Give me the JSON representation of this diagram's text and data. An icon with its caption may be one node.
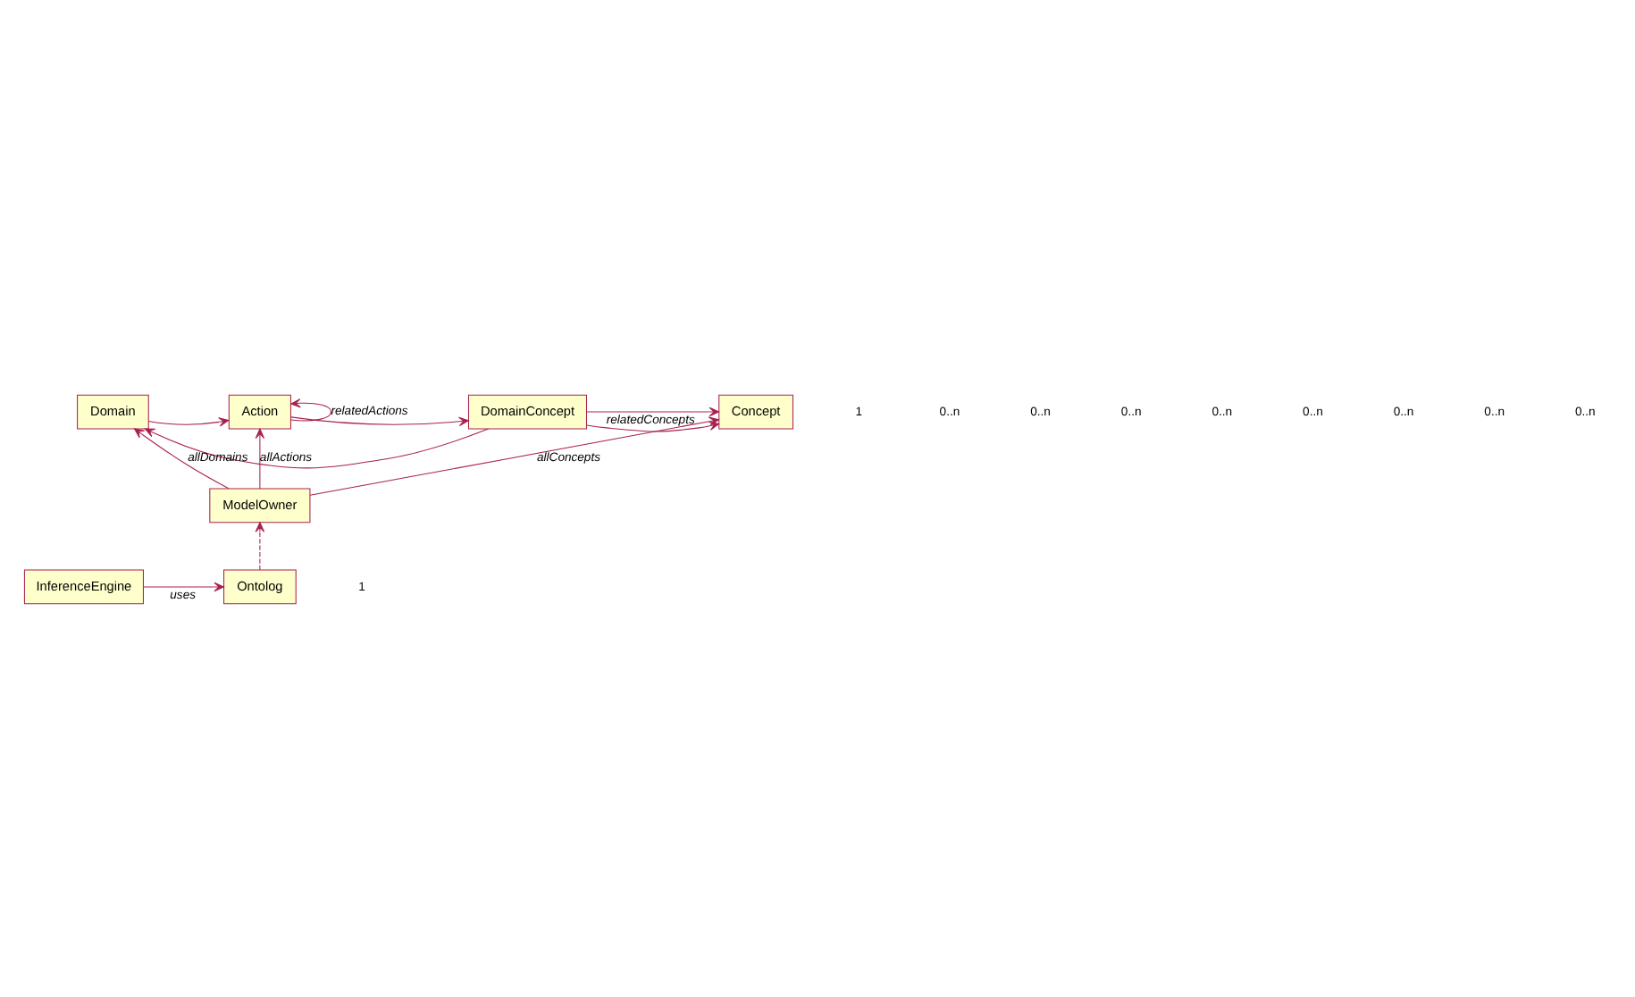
{
  "diagram": {
    "nodes": [
      {
        "text": [
          "Domain"
        ]
      },
      {
        "text": [
          "Action"
        ]
      },
      {
        "text": [
          "DomainConcept"
        ]
      },
      {
        "text": [
          "Concept"
        ]
      },
      {
        "text": [
          "ModelOwner"
        ]
      },
      {
        "text": [
          "Ontolog"
        ]
      },
      {
        "text": [
          "InferenceEngine"
        ]
      }
    ],
    "edges": [
      {
        "from": 2,
        "to": 0,
        "arrow": "to"
      },
      {
        "from": 1,
        "to": 1,
        "arrow": "to",
        "label": "relatedActions"
      },
      {
        "from": 2,
        "to": 3,
        "arrow": "to",
        "label": "relatedConcepts"
      },
      {
        "from": 0,
        "to": 1,
        "arrow": "to"
      },
      {
        "from": 1,
        "to": 2,
        "arrow": "to"
      },
      {
        "from": 2,
        "to": 3,
        "arrow": "to"
      },
      {
        "from": 4,
        "to": 1,
        "arrow": "to",
        "label": "allActions"
      },
      {
        "from": 4,
        "to": 0,
        "arrow": "to",
        "label": "allDomains"
      },
      {
        "from": 4,
        "to": 3,
        "arrow": "to",
        "label": "allConcepts"
      },
      {
        "from": 5,
        "to": 4,
        "arrow": "to",
        "style": "dashed"
      },
      {
        "from": 6,
        "to": 5,
        "arrow": "to",
        "label": "uses"
      }
    ],
    "labels": [
      "1",
      "0..n",
      "0..n",
      "0..n",
      "0..n",
      "0..n",
      "0..n",
      "0..n",
      "0..n",
      "1"
    ]
  }
}
